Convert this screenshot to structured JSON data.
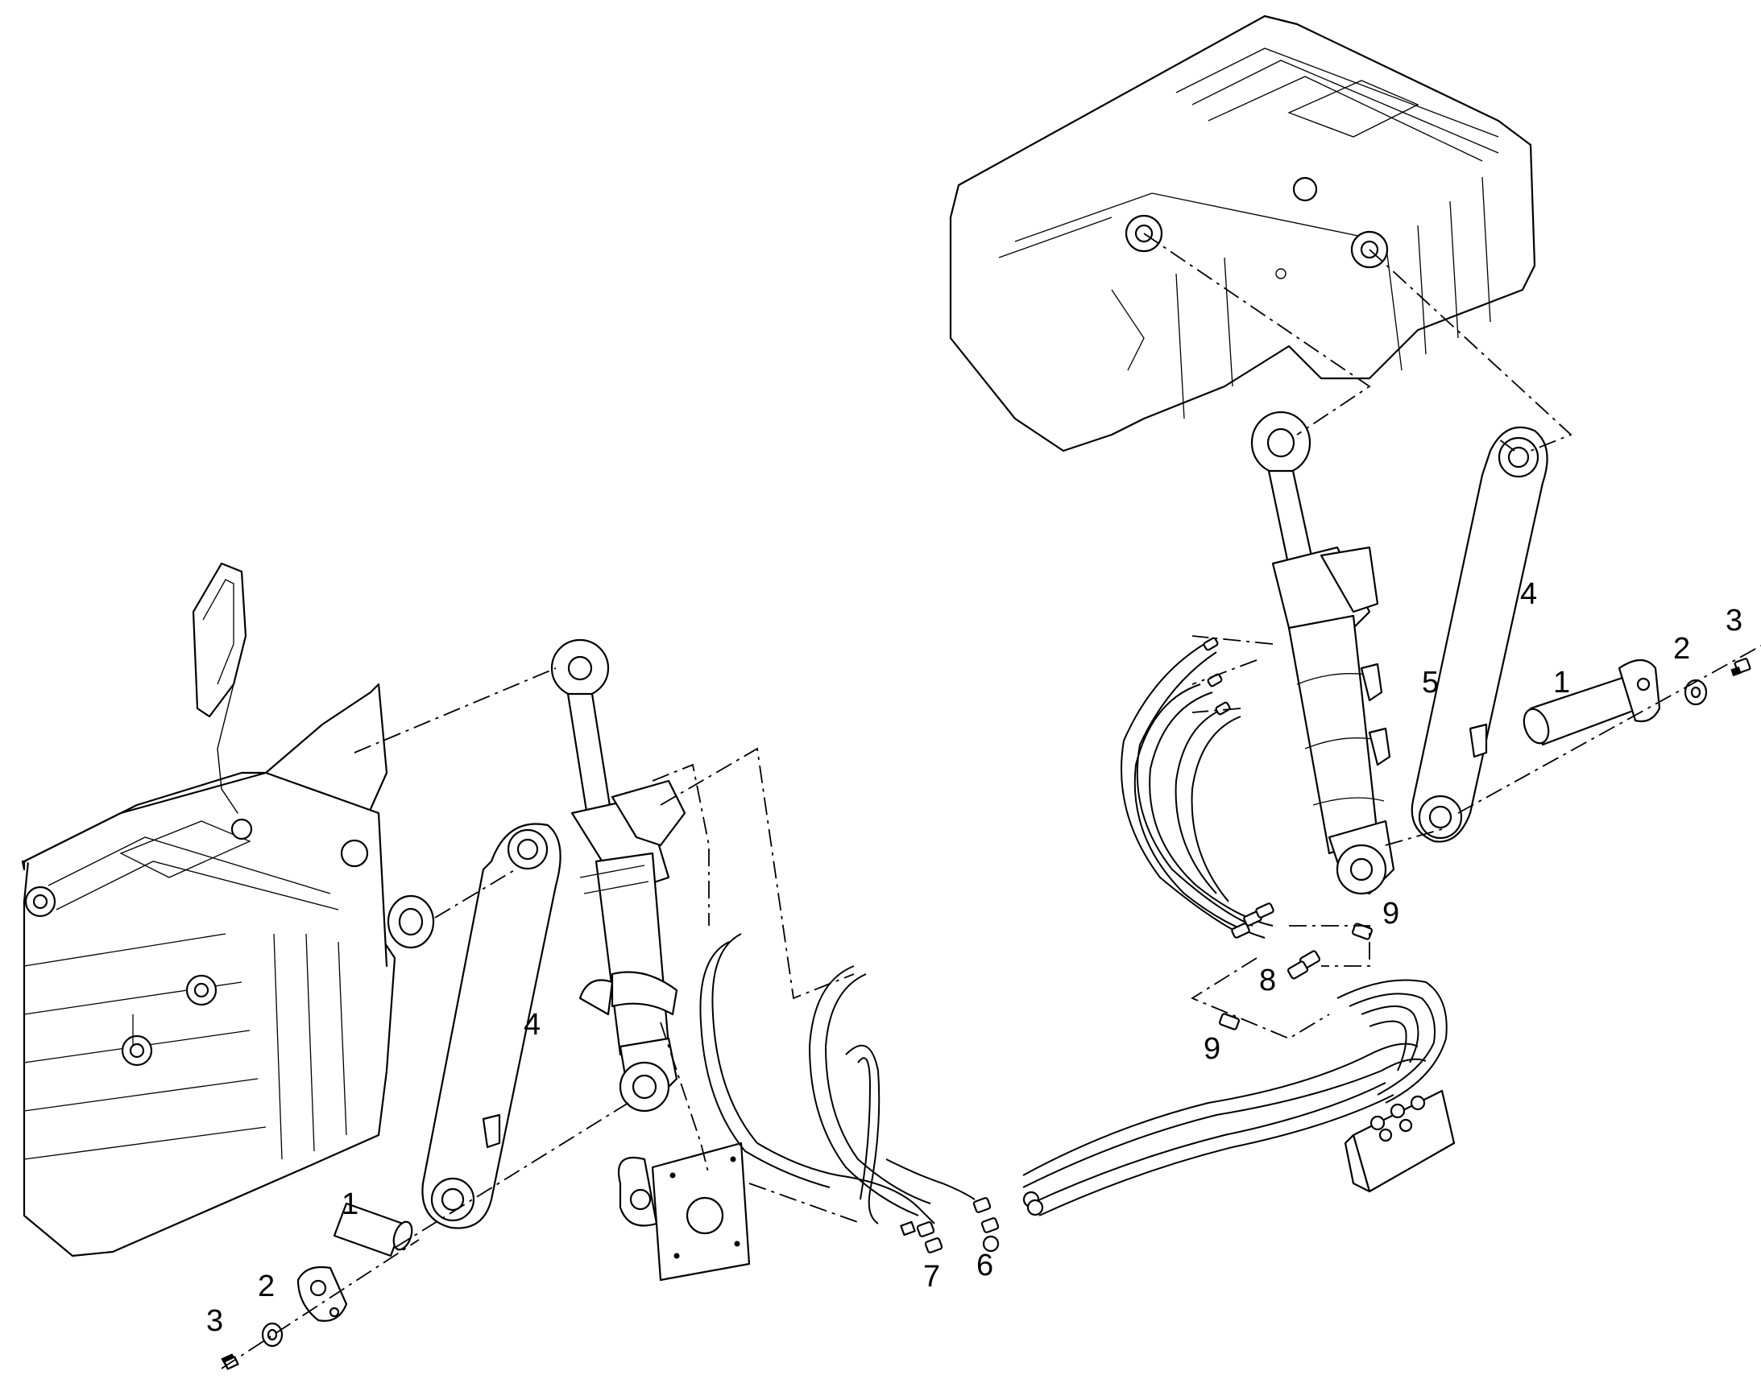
{
  "diagram": {
    "callouts": [
      {
        "id": "left-pin",
        "text": "1"
      },
      {
        "id": "left-washer",
        "text": "2"
      },
      {
        "id": "left-bolt",
        "text": "3"
      },
      {
        "id": "left-link-arm",
        "text": "4"
      },
      {
        "id": "left-fitting-7",
        "text": "7"
      },
      {
        "id": "left-fitting-6",
        "text": "6"
      },
      {
        "id": "right-link-arm",
        "text": "4"
      },
      {
        "id": "right-cylinder",
        "text": "5"
      },
      {
        "id": "right-pin",
        "text": "1"
      },
      {
        "id": "right-washer",
        "text": "2"
      },
      {
        "id": "right-bolt",
        "text": "3"
      },
      {
        "id": "right-plug-9-top",
        "text": "9"
      },
      {
        "id": "right-fitting-8",
        "text": "8"
      },
      {
        "id": "right-plug-9-bottom",
        "text": "9"
      }
    ],
    "colors": {
      "line": "#000000",
      "background": "#ffffff"
    }
  }
}
